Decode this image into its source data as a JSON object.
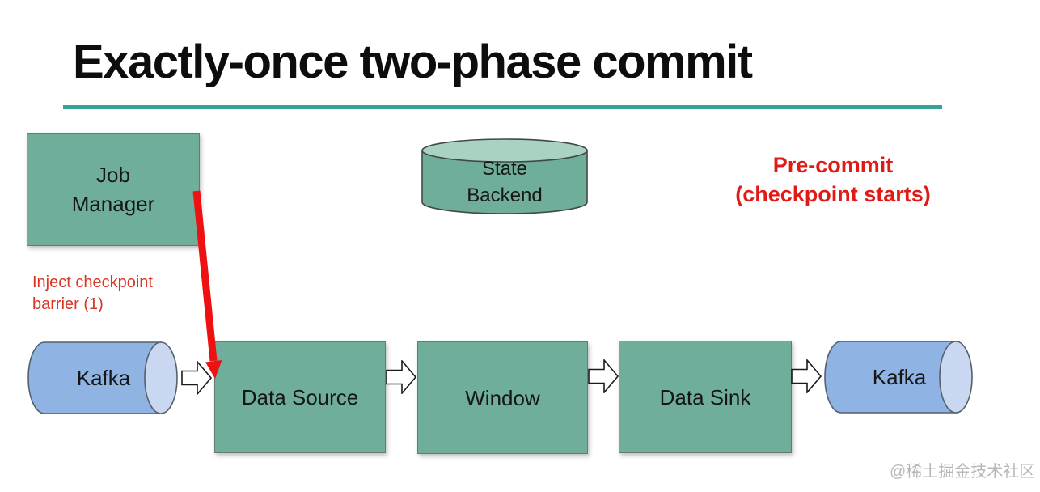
{
  "title": {
    "text": "Exactly-once two-phase commit"
  },
  "annotations": {
    "phase": {
      "line1": "Pre-commit",
      "line2": "(checkpoint starts)"
    },
    "inject": {
      "line1": "Inject checkpoint",
      "line2": "barrier (1)"
    }
  },
  "nodes": {
    "job_manager": {
      "line1": "Job",
      "line2": "Manager"
    },
    "state_backend": {
      "line1": "State",
      "line2": "Backend"
    },
    "kafka_source": {
      "label": "Kafka"
    },
    "data_source": {
      "label": "Data Source"
    },
    "window": {
      "label": "Window"
    },
    "data_sink": {
      "label": "Data Sink"
    },
    "kafka_sink": {
      "label": "Kafka"
    }
  },
  "colors": {
    "background": "#ffffff",
    "title_text": "#0d0d0d",
    "title_underline": "#36a293",
    "box_green": "#6fae9a",
    "box_border": "#687973",
    "cylinder_top_green": "#a9d2c1",
    "cylinder_stroke": "#3f4a45",
    "kafka_blue": "#8fb3e3",
    "kafka_cap_blue": "#c9d8f0",
    "kafka_stroke": "#55616e",
    "annotation_red": "#d93425",
    "phase_red": "#e01b17",
    "arrow_red": "#ee1111",
    "block_arrow_fill": "#ffffff",
    "block_arrow_stroke": "#1a1a1a",
    "watermark_gray": "#b7b7b7",
    "label_text": "#161616"
  },
  "watermark": {
    "text": "@稀土掘金技术社区"
  }
}
